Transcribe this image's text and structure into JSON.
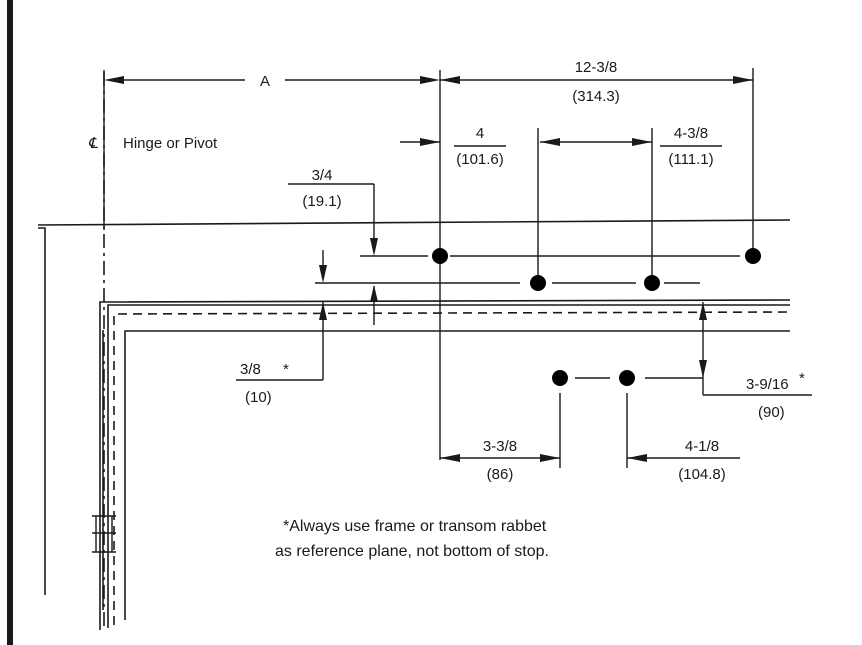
{
  "colors": {
    "ink": "#1a1a1a",
    "paper": "#ffffff"
  },
  "icons": {
    "centerline": "centerline-symbol-icon",
    "hole": "crosshair-circle-icon"
  },
  "labels": {
    "dim_a": "A",
    "overall": {
      "in": "12-3/8",
      "mm": "(314.3)"
    },
    "hole_spacing_left": {
      "in": "4",
      "mm": "(101.6)"
    },
    "hole_spacing_right": {
      "in": "4-3/8",
      "mm": "(111.1)"
    },
    "top_offset": {
      "in": "3/4",
      "mm": "(19.1)"
    },
    "rabbet_offset": {
      "in": "3/8",
      "mark": "*",
      "mm": "(10)"
    },
    "drop_offset": {
      "in": "3-9/16",
      "mark": "*",
      "mm": "(90)"
    },
    "lower_left": {
      "in": "3-3/8",
      "mm": "(86)"
    },
    "lower_right": {
      "in": "4-1/8",
      "mm": "(104.8)"
    },
    "hinge": "Hinge or Pivot",
    "note": {
      "line1": "*Always use frame or transom rabbet",
      "line2": "as reference plane, not bottom of stop."
    }
  }
}
